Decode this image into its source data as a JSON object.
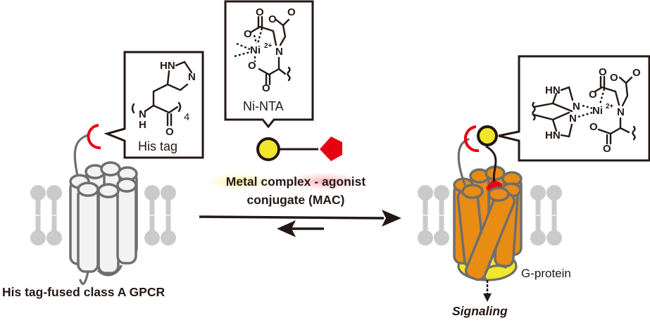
{
  "figure": {
    "title_left": "His tag-fused class A GPCR",
    "center_label_line1_part1": "Metal complex",
    "center_label_line1_sep": " - ",
    "center_label_line1_part2": "agonist",
    "center_label_line2": "conjugate (MAC)",
    "gprotein_label": "G-protein",
    "signaling_label": "Signaling"
  },
  "his_tag_box": {
    "caption": "His tag",
    "atoms": {
      "hn": "HN",
      "n_ring": "N",
      "n_amide": "N",
      "h_amide": "H",
      "o_carbonyl": "O",
      "repeat": "4"
    }
  },
  "ni_nta_box": {
    "caption": "Ni-NTA",
    "atoms": {
      "o1": "O",
      "o2": "O",
      "o3": "O",
      "o4": "O",
      "o5": "O",
      "ni": "Ni",
      "ni_charge": "2+",
      "n": "N"
    }
  },
  "complex_box": {
    "atoms": {
      "hn_top": "HN",
      "hn_bot": "HN",
      "n1": "N",
      "n2": "N",
      "ni": "Ni",
      "ni_charge": "2+",
      "n": "N",
      "o1": "O",
      "o2": "O",
      "o3": "O",
      "o4": "O",
      "o5": "O"
    }
  },
  "colors": {
    "ink": "#231815",
    "his_tag_red": "#e60012",
    "metal_yellow": "#f0e62c",
    "agonist_red": "#e60012",
    "active_helix_orange": "#e88c14",
    "inactive_helix_gray": "#f2f2f2",
    "lipid_gray": "#c9caca",
    "gprotein_yellow": "#f0e62c"
  }
}
